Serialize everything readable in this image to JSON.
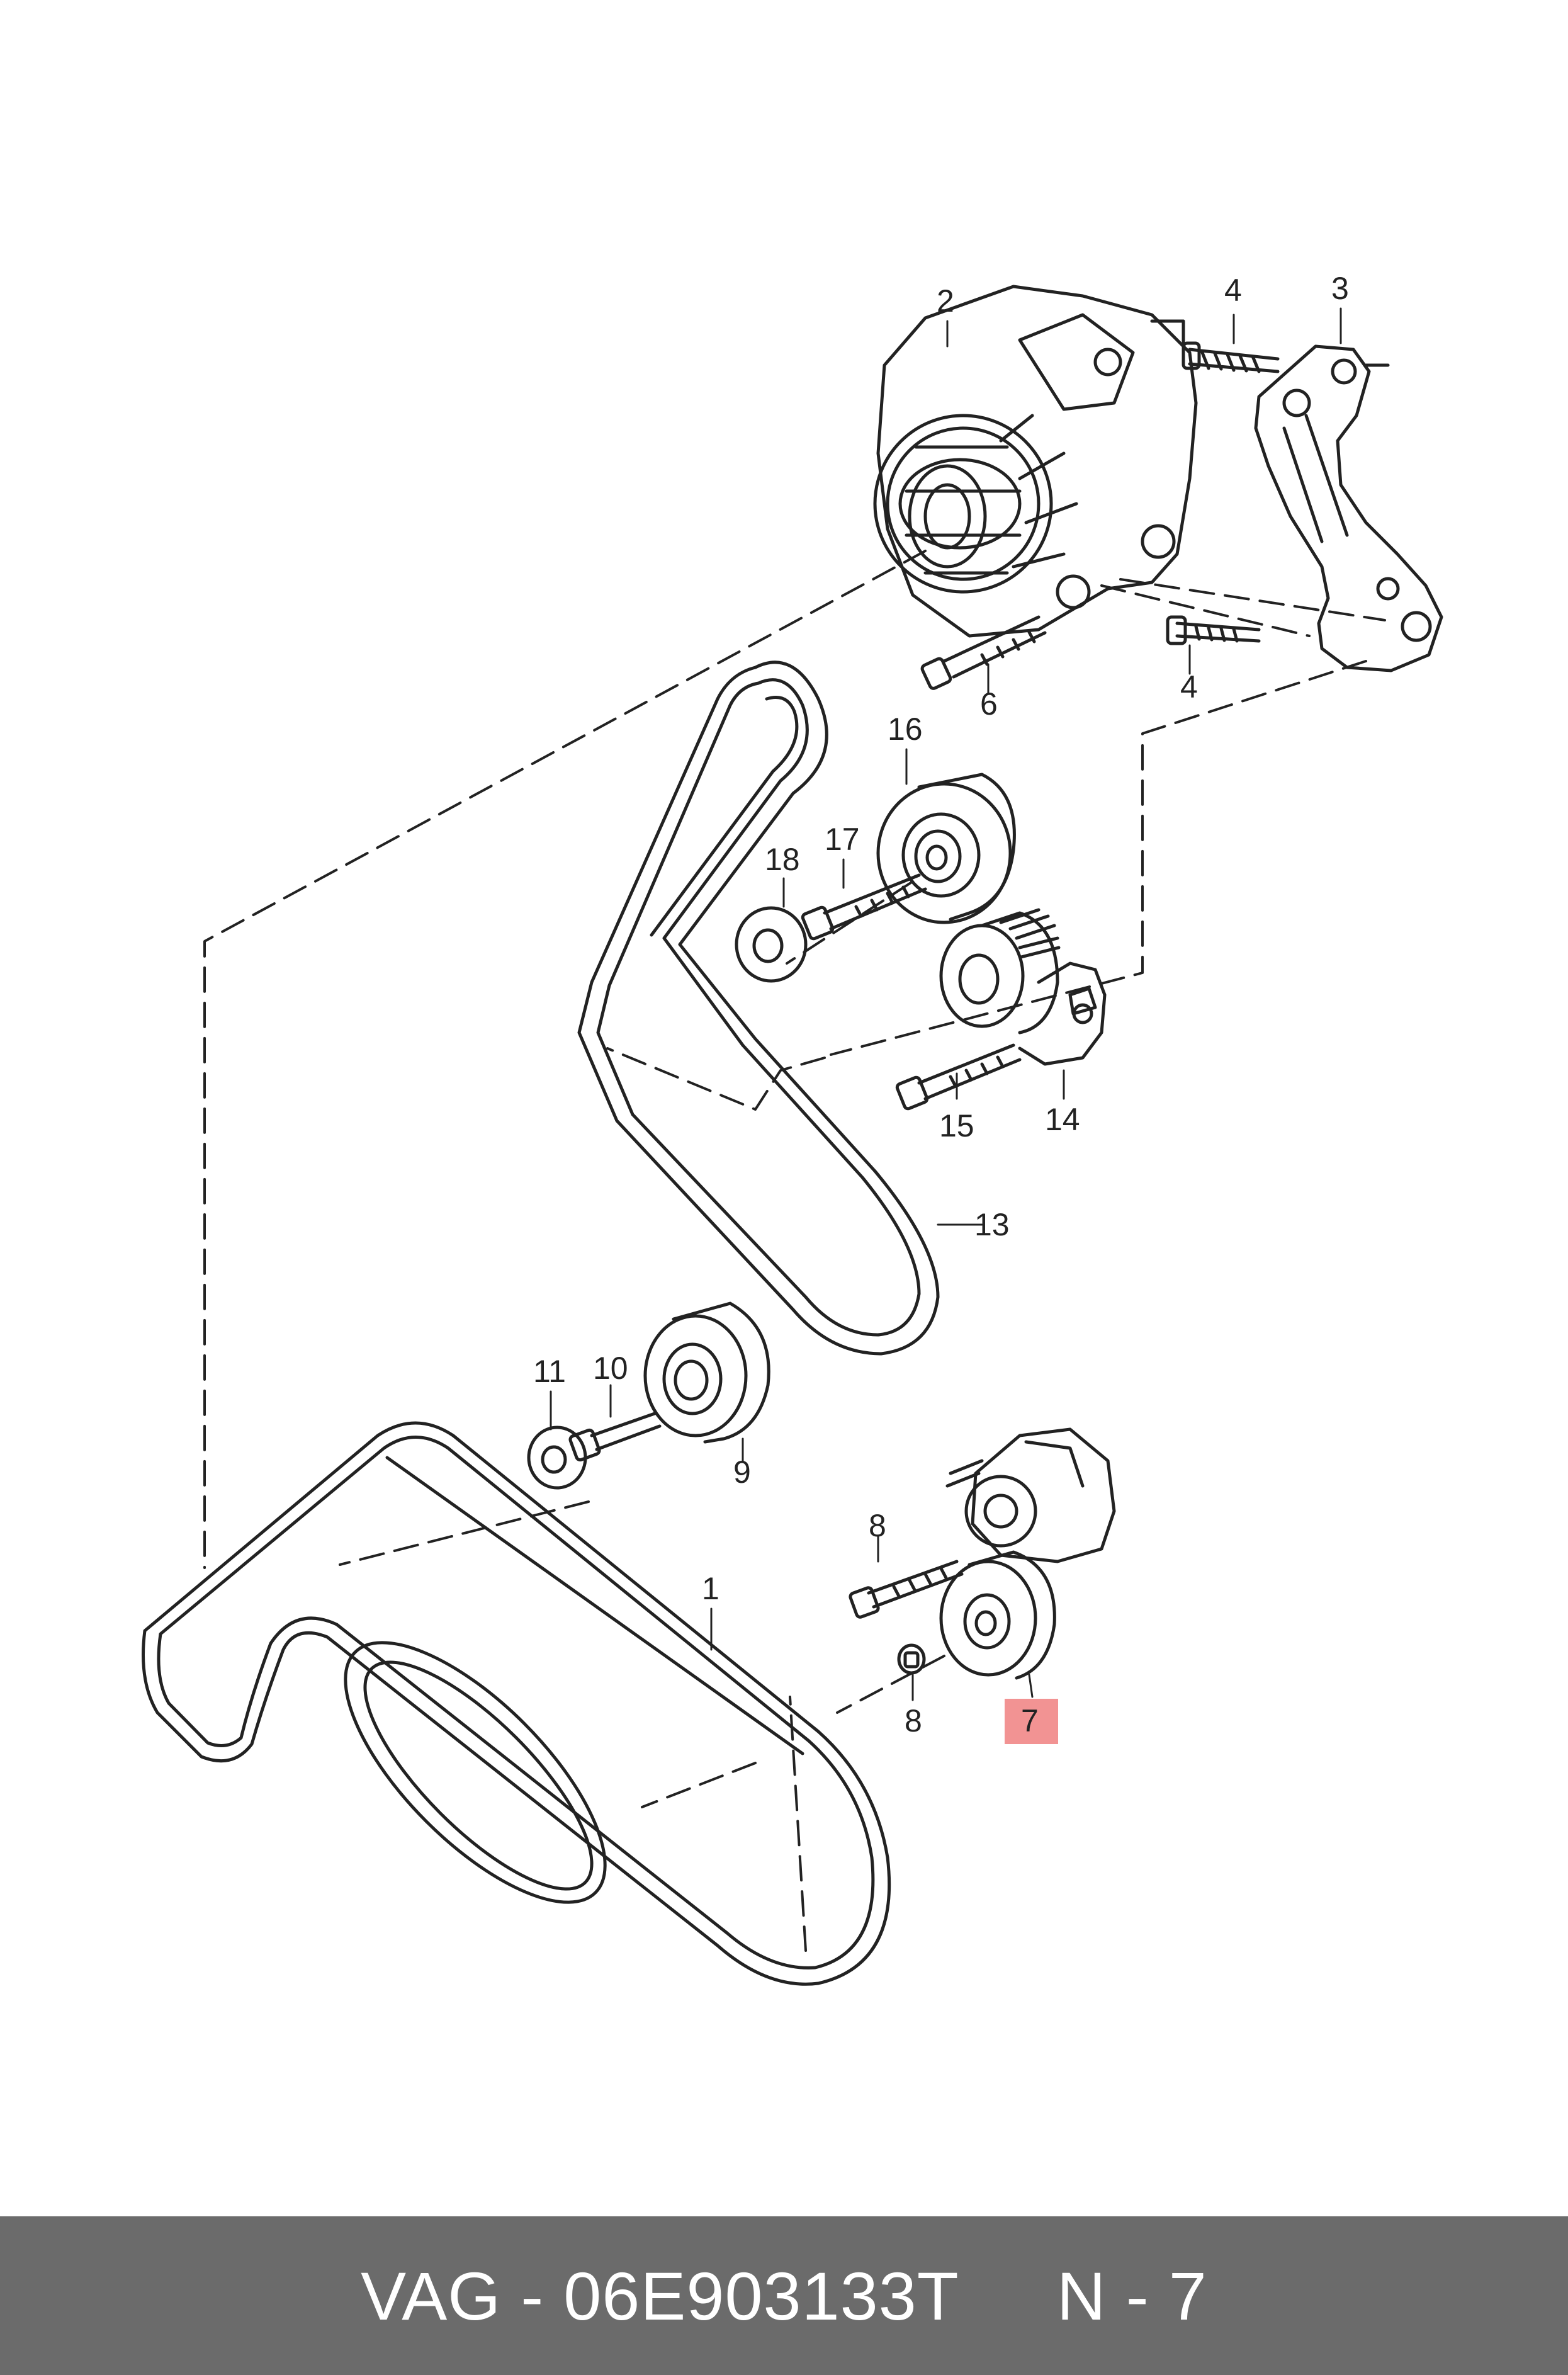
{
  "diagram": {
    "callouts": {
      "c1": "1",
      "c2": "2",
      "c3": "3",
      "c4a": "4",
      "c4b": "4",
      "c6": "6",
      "c7": "7",
      "c8a": "8",
      "c8b": "8",
      "c9": "9",
      "c10": "10",
      "c11": "11",
      "c13": "13",
      "c14": "14",
      "c15": "15",
      "c16": "16",
      "c17": "17",
      "c18": "18"
    },
    "highlight_color": "#f08080",
    "line_color": "#222222"
  },
  "footer": {
    "brand": "VAG",
    "separator": " - ",
    "part_number": "06E903133T",
    "position_label": "N - 7",
    "background_color": "#6b6b6b"
  }
}
